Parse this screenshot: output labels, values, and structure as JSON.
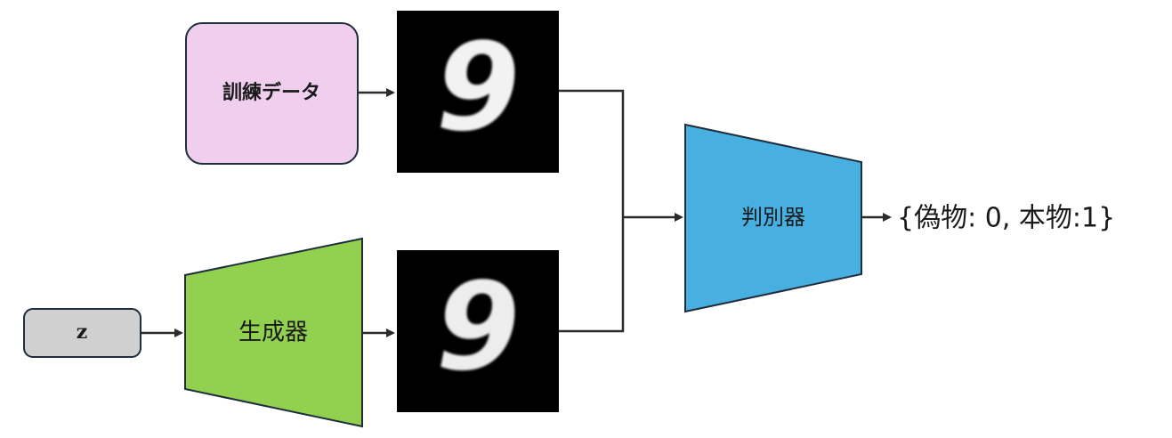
{
  "nodes": {
    "training_data": {
      "label": "訓練データ",
      "fill": "#f0cfee",
      "stroke": "#1f2d3d"
    },
    "noise": {
      "label": "z",
      "fill": "#d0d0d0",
      "stroke": "#1f2d3d"
    },
    "generator": {
      "label": "生成器",
      "fill": "#92d050",
      "stroke": "#1f2d3d"
    },
    "discriminator": {
      "label": "判別器",
      "fill": "#47b0e0",
      "stroke": "#1f2d3d"
    },
    "real_sample": {
      "digit": "9",
      "background": "#000000"
    },
    "fake_sample": {
      "digit": "9",
      "background": "#000000"
    }
  },
  "output": {
    "label": "{偽物: 0, 本物:1}"
  },
  "colors": {
    "line": "#2b2b2b"
  }
}
